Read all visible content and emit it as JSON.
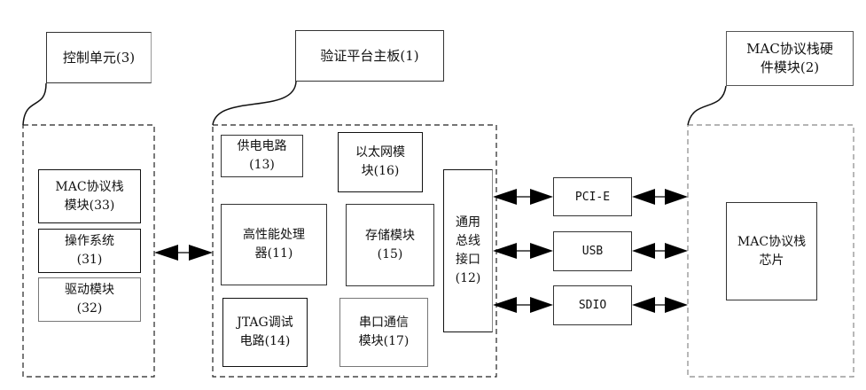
{
  "diagram": {
    "type": "block-diagram",
    "groups": {
      "control_unit": {
        "title": "控制单元(3)",
        "modules": [
          {
            "id": "33",
            "label": "MAC协议栈\n模块(33)"
          },
          {
            "id": "31",
            "label": "操作系统\n(31)"
          },
          {
            "id": "32",
            "label": "驱动模块\n(32)"
          }
        ]
      },
      "main_board": {
        "title": "验证平台主板(1)",
        "modules": [
          {
            "id": "13",
            "label": "供电电路\n(13)"
          },
          {
            "id": "16",
            "label": "以太网模\n块(16)"
          },
          {
            "id": "11",
            "label": "高性能处理\n器(11)"
          },
          {
            "id": "15",
            "label": "存储模块\n(15)"
          },
          {
            "id": "14",
            "label": "JTAG调试\n电路(14)"
          },
          {
            "id": "17",
            "label": "串口通信\n模块(17)"
          },
          {
            "id": "12",
            "label": "通用\n总线\n接口\n(12)"
          }
        ]
      },
      "mac_hw": {
        "title": "MAC协议栈硬\n件模块(2)",
        "modules": [
          {
            "id": "chip",
            "label": "MAC协议栈\n芯片"
          }
        ]
      }
    },
    "interfaces": [
      {
        "label": "PCI-E"
      },
      {
        "label": "USB"
      },
      {
        "label": "SDIO"
      }
    ],
    "connections": [
      {
        "from": "control_unit",
        "to": "main_board",
        "type": "bidirectional"
      },
      {
        "from": "12",
        "to": "PCI-E",
        "type": "bidirectional"
      },
      {
        "from": "12",
        "to": "USB",
        "type": "bidirectional"
      },
      {
        "from": "12",
        "to": "SDIO",
        "type": "bidirectional"
      },
      {
        "from": "PCI-E",
        "to": "mac_hw",
        "type": "bidirectional"
      },
      {
        "from": "USB",
        "to": "mac_hw",
        "type": "bidirectional"
      },
      {
        "from": "SDIO",
        "to": "mac_hw",
        "type": "bidirectional"
      }
    ]
  }
}
